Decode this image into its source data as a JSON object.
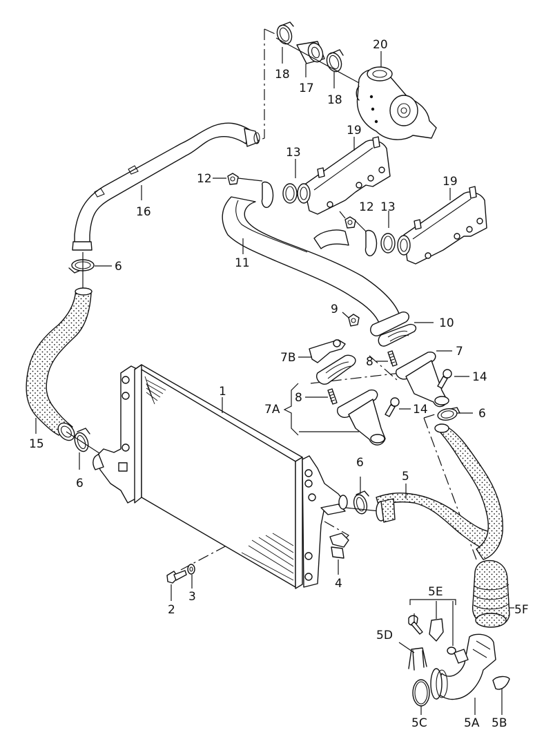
{
  "diagram": {
    "type": "exploded-parts-diagram",
    "subject": "charge air cooler / intercooler hoses and turbocharger",
    "line_color": "#111111",
    "background": "#ffffff",
    "callouts": {
      "c1": "1",
      "c2": "2",
      "c3": "3",
      "c4": "4",
      "c5": "5",
      "c5A": "5A",
      "c5B": "5B",
      "c5C": "5C",
      "c5D": "5D",
      "c5E": "5E",
      "c5F": "5F",
      "c6a": "6",
      "c6b": "6",
      "c6c": "6",
      "c6d": "6",
      "c7": "7",
      "c7A": "7A",
      "c7B": "7B",
      "c8a": "8",
      "c8b": "8",
      "c9": "9",
      "c10": "10",
      "c11": "11",
      "c12a": "12",
      "c12b": "12",
      "c13a": "13",
      "c13b": "13",
      "c14a": "14",
      "c14b": "14",
      "c15": "15",
      "c16": "16",
      "c17": "17",
      "c18a": "18",
      "c18b": "18",
      "c19a": "19",
      "c19b": "19",
      "c20": "20"
    }
  }
}
